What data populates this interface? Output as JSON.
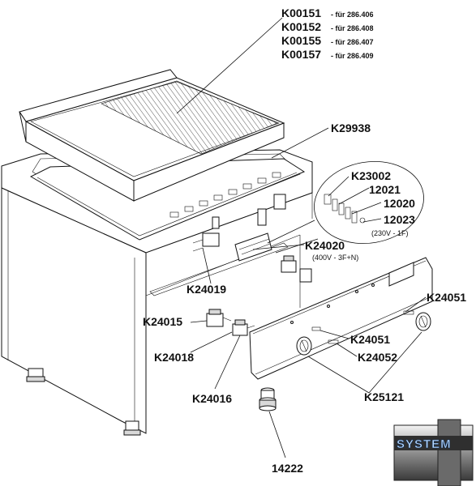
{
  "grill_plate_labels": [
    {
      "code": "K00151",
      "note": "- für 286.406"
    },
    {
      "code": "K00152",
      "note": "- für 286.408"
    },
    {
      "code": "K00155",
      "note": "- für 286.407"
    },
    {
      "code": "K00157",
      "note": "- für 286.409"
    }
  ],
  "frame_gasket": "K29938",
  "detail_parts": {
    "switch_block": "K23002",
    "part_a": "12021",
    "part_b": "12020",
    "part_c": "12023",
    "part_c_note": "(230V - 1F)"
  },
  "thermostat": "K24020",
  "thermostat_note": "(400V - 3F+N)",
  "k24019": "K24019",
  "k24015": "K24015",
  "k24018": "K24018",
  "k24016": "K24016",
  "k24051_right": "K24051",
  "k24051_mid": "K24051",
  "k24052": "K24052",
  "k25121": "K25121",
  "k14222": "14222",
  "logo_text": "SYSTEM"
}
